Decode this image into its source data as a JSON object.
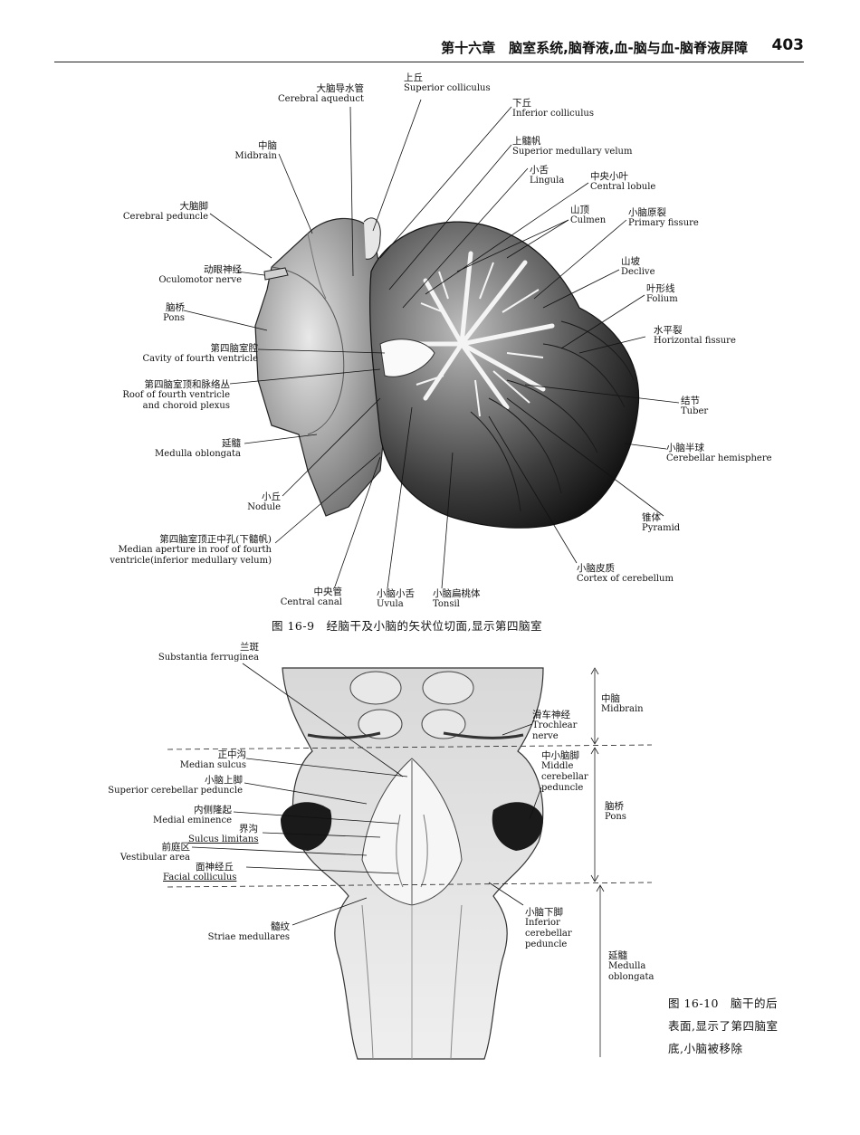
{
  "header": {
    "chapter": "第十六章　脑室系统,脑脊液,血-脑与血-脑脊液屏障",
    "page_number": "403"
  },
  "figure1": {
    "caption": "图 16-9　经脑干及小脑的矢状位切面,显示第四脑室",
    "labels": {
      "superior_colliculus": {
        "zh": "上丘",
        "en": "Superior colliculus"
      },
      "cerebral_aqueduct": {
        "zh": "大脑导水管",
        "en": "Cerebral aqueduct"
      },
      "inferior_colliculus": {
        "zh": "下丘",
        "en": "Inferior colliculus"
      },
      "superior_medullary_velum": {
        "zh": "上髓帆",
        "en": "Superior medullary velum"
      },
      "midbrain": {
        "zh": "中脑",
        "en": "Midbrain"
      },
      "lingula": {
        "zh": "小舌",
        "en": "Lingula"
      },
      "central_lobule": {
        "zh": "中央小叶",
        "en": "Central lobule"
      },
      "cerebral_peduncle": {
        "zh": "大脑脚",
        "en": "Cerebral peduncle"
      },
      "culmen": {
        "zh": "山顶",
        "en": "Culmen"
      },
      "primary_fissure": {
        "zh": "小脑原裂",
        "en": "Primary fissure"
      },
      "oculomotor_nerve": {
        "zh": "动眼神经",
        "en": "Oculomotor nerve"
      },
      "declive": {
        "zh": "山坡",
        "en": "Declive"
      },
      "folium": {
        "zh": "叶形线",
        "en": "Folium"
      },
      "pons": {
        "zh": "脑桥",
        "en": "Pons"
      },
      "horizontal_fissure": {
        "zh": "水平裂",
        "en": "Horizontal fissure"
      },
      "cavity_fourth_ventricle": {
        "zh": "第四脑室腔",
        "en": "Cavity of fourth ventricle"
      },
      "roof_fourth_ventricle": {
        "zh": "第四脑室顶和脉络丛",
        "en1": "Roof of fourth ventricle",
        "en2": "and choroid plexus"
      },
      "tuber": {
        "zh": "结节",
        "en": "Tuber"
      },
      "medulla_oblongata": {
        "zh": "延髓",
        "en": "Medulla oblongata"
      },
      "cerebellar_hemisphere": {
        "zh": "小脑半球",
        "en": "Cerebellar hemisphere"
      },
      "nodule": {
        "zh": "小丘",
        "en": "Nodule"
      },
      "pyramid": {
        "zh": "锥体",
        "en": "Pyramid"
      },
      "median_aperture": {
        "zh": "第四脑室顶正中孔(下髓帆)",
        "en1": "Median aperture in roof of fourth",
        "en2": "ventricle(inferior medullary velum)"
      },
      "cortex_cerebellum": {
        "zh": "小脑皮质",
        "en": "Cortex of cerebellum"
      },
      "central_canal": {
        "zh": "中央管",
        "en": "Central canal"
      },
      "uvula": {
        "zh": "小脑小舌",
        "en": "Uvula"
      },
      "tonsil": {
        "zh": "小脑扁桃体",
        "en": "Tonsil"
      }
    }
  },
  "figure2": {
    "caption_lines": [
      "图 16-10　脑干的后",
      "表面,显示了第四脑室",
      "底,小脑被移除"
    ],
    "labels": {
      "substantia_ferruginea": {
        "zh": "兰斑",
        "en": "Substantia ferruginea"
      },
      "trochlear_nerve": {
        "zh": "滑车神经",
        "en1": "Trochlear",
        "en2": "nerve"
      },
      "midbrain": {
        "zh": "中脑",
        "en": "Midbrain"
      },
      "median_sulcus": {
        "zh": "正中沟",
        "en": "Median sulcus"
      },
      "middle_cerebellar_peduncle": {
        "zh": "中小脑脚",
        "en1": "Middle",
        "en2": "cerebellar",
        "en3": "peduncle"
      },
      "superior_cerebellar_peduncle": {
        "zh": "小脑上脚",
        "en": "Superior cerebellar peduncle"
      },
      "pons": {
        "zh": "脑桥",
        "en": "Pons"
      },
      "medial_eminence": {
        "zh": "内侧隆起",
        "en": "Medial eminence"
      },
      "sulcus_limitans": {
        "zh": "界沟",
        "en": "Sulcus limitans"
      },
      "vestibular_area": {
        "zh": "前庭区",
        "en": "Vestibular area"
      },
      "facial_colliculus": {
        "zh": "面神经丘",
        "en": "Facial colliculus"
      },
      "inferior_cerebellar_peduncle": {
        "zh": "小脑下脚",
        "en1": "Inferior",
        "en2": "cerebellar",
        "en3": "peduncle"
      },
      "striae_medullares": {
        "zh": "髓纹",
        "en": "Striae medullares"
      },
      "medulla_oblongata": {
        "zh": "延髓",
        "en1": "Medulla",
        "en2": "oblongata"
      }
    }
  }
}
